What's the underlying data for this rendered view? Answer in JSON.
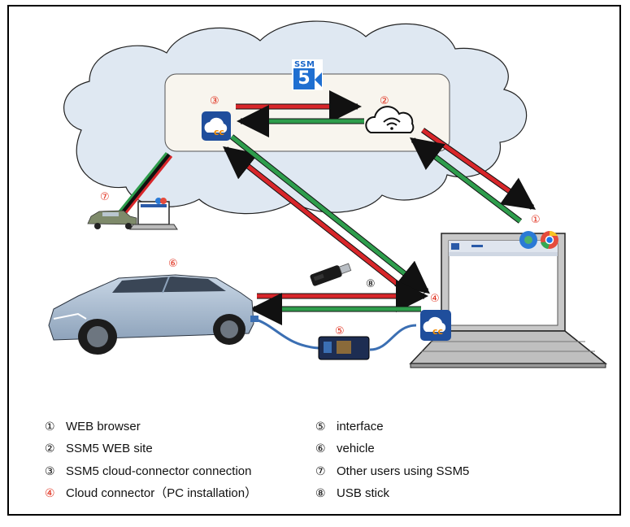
{
  "logo": {
    "text": "SSM",
    "digit": "5"
  },
  "markers": {
    "m1": "①",
    "m2": "②",
    "m3": "③",
    "m4": "④",
    "m5": "⑤",
    "m6": "⑥",
    "m7": "⑦",
    "m8": "⑧"
  },
  "legend": [
    {
      "num": "①",
      "label": "WEB browser",
      "highlight": false
    },
    {
      "num": "②",
      "label": "SSM5 WEB site",
      "highlight": false
    },
    {
      "num": "③",
      "label": "SSM5 cloud-connector connection",
      "highlight": false
    },
    {
      "num": "④",
      "label": "Cloud connector（PC installation）",
      "highlight": true
    },
    {
      "num": "⑤",
      "label": "interface",
      "highlight": false
    },
    {
      "num": "⑥",
      "label": "vehicle",
      "highlight": false
    },
    {
      "num": "⑦",
      "label": "Other users using SSM5",
      "highlight": false
    },
    {
      "num": "⑧",
      "label": "USB stick",
      "highlight": false
    }
  ],
  "colors": {
    "red_arrow": "#d8262a",
    "green_arrow": "#2e9d4c",
    "marker_red": "#e0301e",
    "cloud_fill": "#dfe8f2",
    "cable": "#3b6fb3"
  },
  "icons": [
    "cloud-connector-icon",
    "wifi-cloud-icon",
    "browser-icons",
    "usb-stick-icon",
    "interface-device-icon",
    "car-image",
    "laptop-image"
  ]
}
